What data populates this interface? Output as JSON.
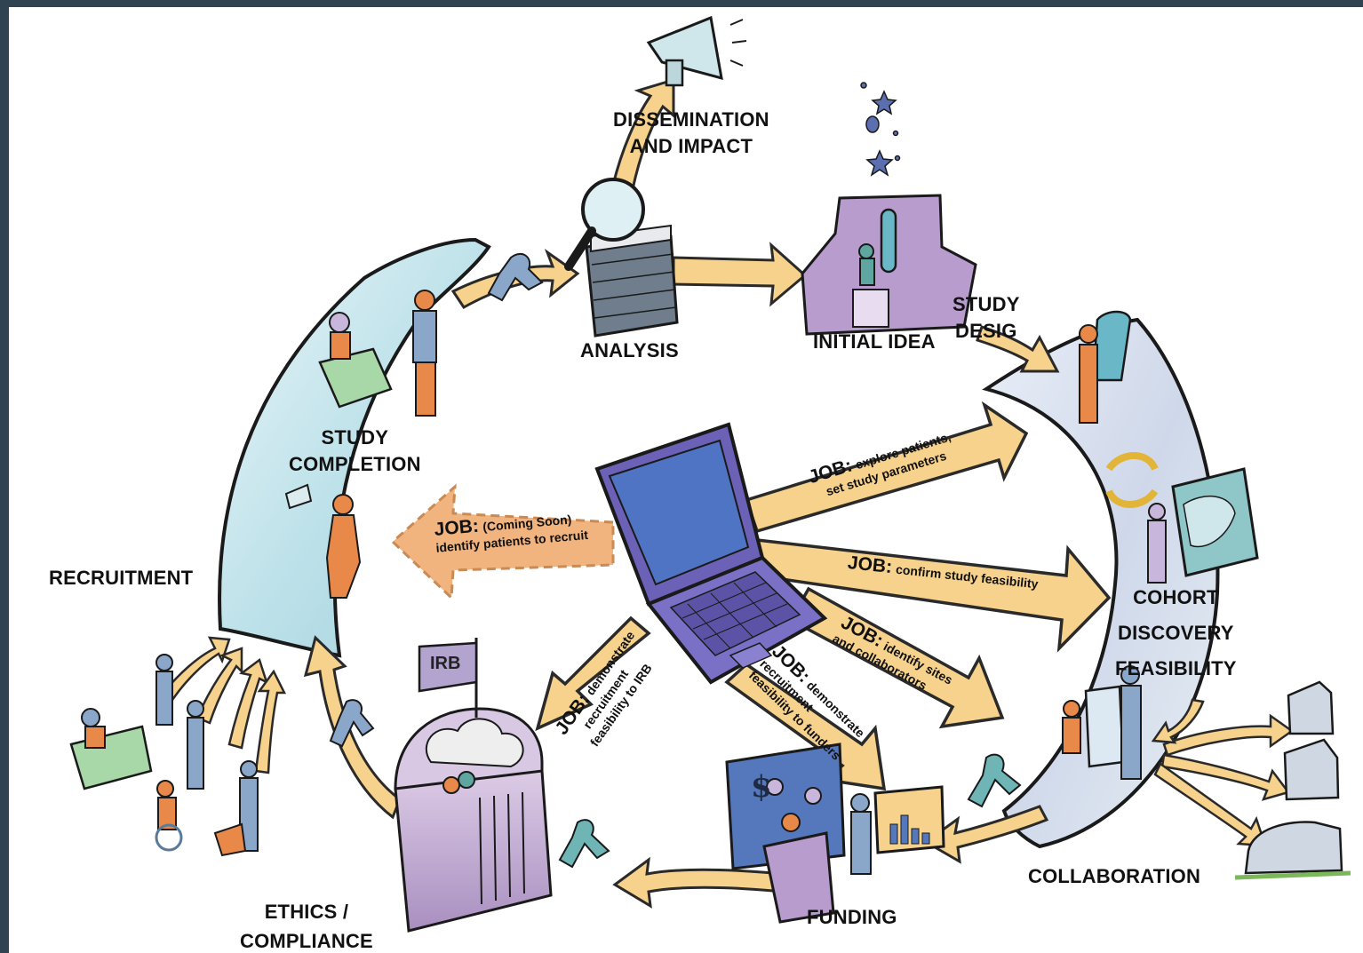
{
  "stages": {
    "dissemination": [
      "DISSEMINATION",
      "AND IMPACT"
    ],
    "analysis": "ANALYSIS",
    "initial_idea": "INITIAL IDEA",
    "study_design": [
      "STUDY",
      "DESIG"
    ],
    "study_completion": [
      "STUDY",
      "COMPLETION"
    ],
    "recruitment": "RECRUITMENT",
    "cohort": [
      "COHORT",
      "DISCOVERY",
      "FEASIBILITY"
    ],
    "collaboration": "COLLABORATION",
    "funding": "FUNDING",
    "ethics": [
      "ETHICS /",
      "COMPLIANCE"
    ]
  },
  "jobs": {
    "explore": {
      "key": "JOB:",
      "lines": [
        "explore patients,",
        "set study parameters"
      ]
    },
    "feasibility": {
      "key": "JOB:",
      "lines": [
        "confirm study feasibility"
      ]
    },
    "sites": {
      "key": "JOB:",
      "lines": [
        "identify sites",
        "and collaborators"
      ]
    },
    "funders": {
      "key": "JOB:",
      "lines": [
        "demonstrate",
        "recruitment",
        "feasibility to funders"
      ]
    },
    "irb": {
      "key": "JOB:",
      "lines": [
        "demonstrate",
        "recruitment",
        "feasibility to IRB"
      ]
    },
    "recruit": {
      "key": "JOB:",
      "lines": [
        "(Coming Soon)",
        "identify patients to recruit"
      ]
    }
  },
  "irb_flag": "IRB",
  "chart_symbol": "$",
  "colors": {
    "arrow": "#f6d28c",
    "arrow_stroke": "#2a2a2a",
    "arrow_coming_soon": "#f2b47e",
    "arc_left": "#c9e6ee",
    "arc_right": "#dde4f0",
    "building": "#cbb5d8",
    "laptop": "#6b62b8",
    "laptop_screen": "#4f74c4",
    "figure_orange": "#e8894a",
    "figure_blue": "#8aa6c8",
    "figure_teal": "#6fb5b6"
  }
}
